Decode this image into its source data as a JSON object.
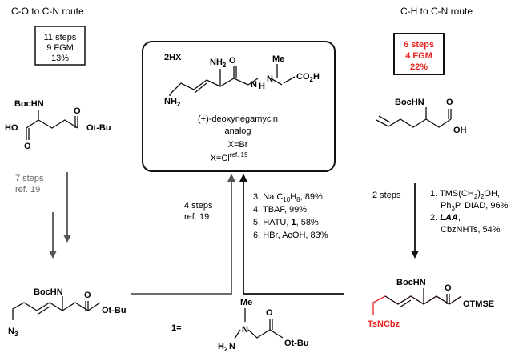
{
  "routes": {
    "left_title": "C-O to C-N route",
    "right_title": "C-H to C-N route"
  },
  "left_summary": {
    "steps": "11 steps",
    "fgm": "9 FGM",
    "yield": "13%"
  },
  "right_summary": {
    "steps": "6 steps",
    "fgm": "4 FGM",
    "yield": "22%",
    "color": "#e8231f"
  },
  "target": {
    "salt": "2HX",
    "name": "(+)-deoxynegamycin",
    "name2": "analog",
    "x1": "X=Br",
    "x2_prefix": "X=Cl",
    "x2_ref": "ref. 19"
  },
  "arrows": {
    "left_down": {
      "line1": "7 steps",
      "line2": "ref. 19"
    },
    "left_up": {
      "line1": "4 steps",
      "line2": "ref. 19"
    },
    "right_up_conditions": [
      "3. Na C",
      "10",
      "H",
      "8",
      ", 89%",
      "4. TBAF, 99%",
      "5. HATU, ",
      "1",
      ", 58%",
      "6. HBr, AcOH, 83%"
    ],
    "right_down": {
      "label": "2 steps"
    },
    "right_down_conditions": {
      "c1a": "1. TMS(CH",
      "c1sub1": "2",
      "c1b": ")",
      "c1sub2": "2",
      "c1c": "OH,",
      "c2a": "Ph",
      "c2sub": "3",
      "c2b": "P, DIAD, 96%",
      "c3num": "2. ",
      "c3b": "LAA",
      "c3c": ",",
      "c4": "CbzNHTs, 54%"
    }
  },
  "molecules": {
    "aspartate": {
      "boc": "BocHN",
      "ho": "HO",
      "o1": "O",
      "o2": "O",
      "o3": "O",
      "otbu": "Ot-Bu"
    },
    "azide": {
      "boc": "BocHN",
      "n3": "N",
      "n3sub": "3",
      "o1": "O",
      "o2": "O",
      "otbu": "Ot-Bu"
    },
    "allyl": {
      "boc": "BocHN",
      "o": "O",
      "oh": "OH"
    },
    "tsncbz": {
      "boc": "BocHN",
      "ts": "TsNCbz",
      "o1": "O",
      "o2": "O",
      "otmse": "OTMSE"
    },
    "hydrazine": {
      "label": "1=",
      "me": "Me",
      "n1": "N",
      "h2n": "H",
      "h2sub": "2",
      "n2": "N",
      "o1": "O",
      "o2": "O",
      "otbu": "Ot-Bu"
    },
    "target_struct": {
      "nh2": "NH",
      "nh2sub": "2",
      "h2n": "NH",
      "h2nsub": "2",
      "me": "Me",
      "n1": "N",
      "n2": "N",
      "h": "H",
      "o": "O",
      "co2h": "CO",
      "co2hsub": "2",
      "co2hh": "H"
    }
  }
}
